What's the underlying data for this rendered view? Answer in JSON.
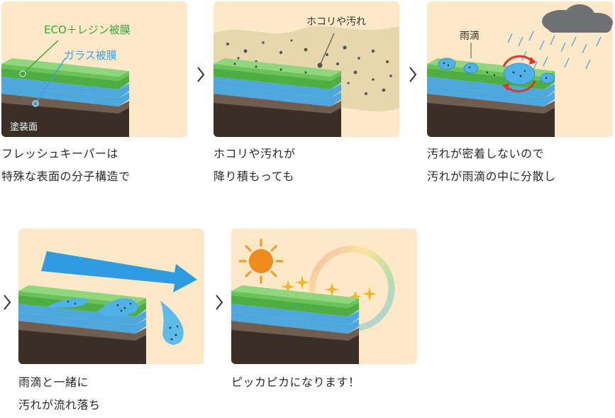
{
  "step1": {
    "label_eco": "ECO＋レジン被膜",
    "label_glass": "ガラス被膜",
    "label_paint": "塗装面",
    "caption_line1": "フレッシュキーパーは",
    "caption_line2": "特殊な表面の分子構造で"
  },
  "step2": {
    "label_dust": "ホコリや汚れ",
    "caption_line1": "ホコリや汚れが",
    "caption_line2": "降り積もっても"
  },
  "step3": {
    "label_rain": "雨滴",
    "caption_line1": "汚れが密着しないので",
    "caption_line2": "汚れが雨滴の中に分散し"
  },
  "step4": {
    "caption_line1": "雨滴と一緒に",
    "caption_line2": "汚れが流れ落ち"
  },
  "step5": {
    "caption_line1": "ピッカピカになります！"
  },
  "colors": {
    "panel_bg": "#fde8c7",
    "eco_green": "#5dbb4e",
    "glass_blue": "#4fa8dd",
    "paint_dark": "#3a2e27",
    "label_green": "#3aa63a",
    "label_blue": "#3d9fe0",
    "arrow_blue": "#2f9be0",
    "sun_orange": "#f39a1e"
  }
}
